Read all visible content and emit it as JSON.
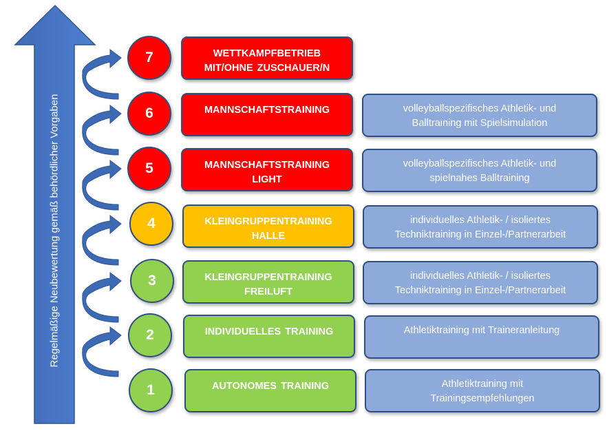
{
  "side_arrow_label": "Regelmäßige Neubewertung gemäß behördlicher Vorgaben",
  "colors": {
    "red": "#ff0000",
    "orange": "#ffc000",
    "green": "#92d050",
    "blue": "#4472c4",
    "desc": "#8eaadb"
  },
  "levels": [
    {
      "number": "7",
      "title": [
        "WETTKAMPFBETRIEB",
        "MIT/OHNE ZUSCHAUER/N"
      ],
      "color": "red"
    },
    {
      "number": "6",
      "title": [
        "MANNSCHAFTSTRAINING"
      ],
      "color": "red",
      "description": [
        "volleyballspezifisches Athletik- und",
        "Balltraining mit Spielsimulation"
      ]
    },
    {
      "number": "5",
      "title": [
        "MANNSCHAFTSTRAINING",
        "LIGHT"
      ],
      "color": "red",
      "description": [
        "volleyballspezifisches Athletik- und",
        "spielnahes Balltraining"
      ]
    },
    {
      "number": "4",
      "title": [
        "KLEINGRUPPENTRAINING",
        "HALLE"
      ],
      "color": "orange",
      "description": [
        "individuelles Athletik- / isoliertes",
        "Techniktraining in Einzel-/Partnerarbeit"
      ]
    },
    {
      "number": "3",
      "title": [
        "KLEINGRUPPENTRAINING",
        "FREILUFT"
      ],
      "color": "green",
      "description": [
        "individuelles Athletik- / isoliertes",
        "Techniktraining in Einzel-/Partnerarbeit"
      ]
    },
    {
      "number": "2",
      "title": [
        "INDIVIDUELLES TRAINING"
      ],
      "color": "green",
      "description": [
        "Athletiktraining mit Traineranleitung"
      ]
    },
    {
      "number": "1",
      "title": [
        "AUTONOMES TRAINING"
      ],
      "color": "green",
      "description": [
        "Athletiktraining mit",
        "Trainingsempfehlungen"
      ]
    }
  ]
}
